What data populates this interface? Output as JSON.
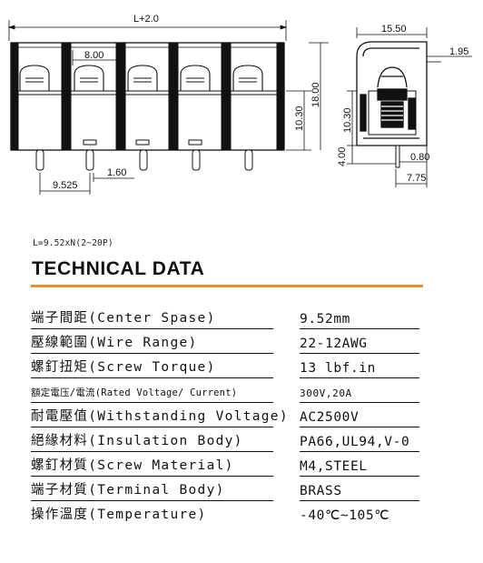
{
  "drawing": {
    "dim_overall_length": "L+2.0",
    "dim_pitch_top": "8.00",
    "dim_height_total": "18.00",
    "dim_height_body": "10.30",
    "dim_pin_spacing": "9.525",
    "dim_pin_width": "1.60",
    "side_dim_width": "15.50",
    "side_dim_top": "1.95",
    "side_dim_height": "10.30",
    "side_dim_pin_length": "4.00",
    "side_dim_pin_thick": "0.80",
    "side_dim_pin_offset": "7.75"
  },
  "formula": "L=9.52xN(2~20P)",
  "technical_title": "TECHNICAL DATA",
  "specs": [
    {
      "label": "端子間距(Center Spase)",
      "value": "9.52mm"
    },
    {
      "label": "壓線範圍(Wire Range)",
      "value": "22-12AWG"
    },
    {
      "label": "螺釘扭矩(Screw Torque)",
      "value": "13 lbf.in"
    },
    {
      "label": "額定電压/電流(Rated Voltage/ Current)",
      "value": "300V,20A"
    },
    {
      "label": "耐電壓值(Withstanding Voltage)",
      "value": "AC2500V"
    },
    {
      "label": "絕緣材料(Insulation Body)",
      "value": "PA66,UL94,V-0"
    },
    {
      "label": "螺釘材質(Screw Material)",
      "value": "M4,STEEL"
    },
    {
      "label": "端子材質(Terminal Body)",
      "value": "BRASS"
    },
    {
      "label": "操作溫度(Temperature)",
      "value": "-40℃~105℃"
    }
  ],
  "colors": {
    "accent_rule": "#ef8a2e",
    "line": "#111111"
  }
}
